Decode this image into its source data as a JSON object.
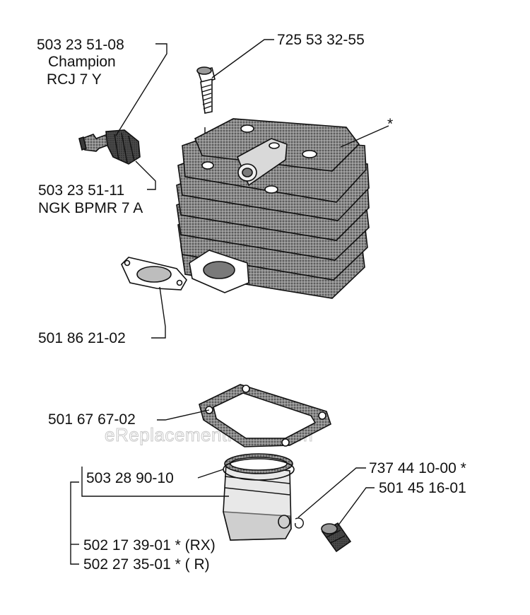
{
  "labels": {
    "spark_plug_champion_pn": "503 23 51-08",
    "spark_plug_champion_brand": "Champion",
    "spark_plug_champion_model": "RCJ 7 Y",
    "screw_pn": "725 53 32-55",
    "cylinder_note": "*",
    "spark_plug_ngk_pn": "503 23 51-11",
    "spark_plug_ngk_model": "NGK BPMR 7 A",
    "muffler_gasket_pn": "501 86 21-02",
    "cylinder_gasket_pn": "501 67 67-02",
    "piston_ring_pn": "503 28 90-10",
    "circlip_pn": "737 44 10-00 *",
    "needle_bearing_pn": "501 45 16-01",
    "piston_rx_pn": "502 17 39-01 * (RX)",
    "piston_r_pn": "502 27 35-01 * ( R)"
  },
  "watermark": "eReplacementParts.com",
  "colors": {
    "ink": "#111111",
    "shade": "#7a7a7a",
    "dark_shade": "#3c3c3c",
    "watermark": "#c8c8c8"
  }
}
